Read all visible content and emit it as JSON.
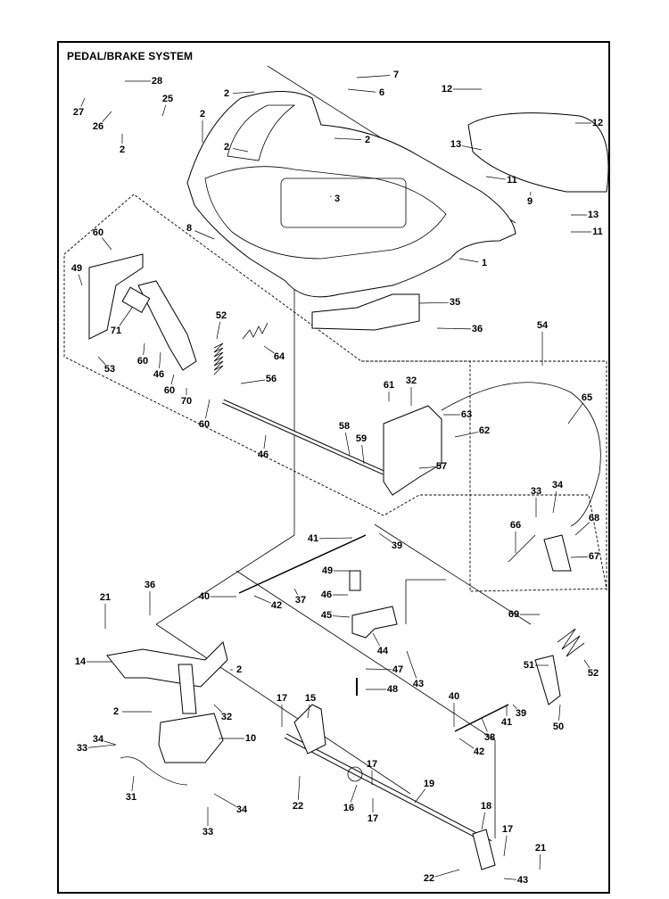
{
  "title": "PEDAL/BRAKE SYSTEM",
  "callouts": [
    "28",
    "27",
    "26",
    "25",
    "2",
    "2",
    "2",
    "7",
    "6",
    "2",
    "12",
    "12",
    "13",
    "11",
    "9",
    "13",
    "11",
    "2",
    "3",
    "8",
    "1",
    "35",
    "36",
    "60",
    "49",
    "71",
    "53",
    "52",
    "64",
    "60",
    "46",
    "60",
    "70",
    "60",
    "56",
    "46",
    "61",
    "32",
    "63",
    "62",
    "58",
    "59",
    "57",
    "54",
    "65",
    "33",
    "34",
    "66",
    "68",
    "67",
    "41",
    "39",
    "49",
    "37",
    "46",
    "45",
    "40",
    "42",
    "44",
    "43",
    "47",
    "48",
    "69",
    "51",
    "52",
    "21",
    "36",
    "14",
    "2",
    "2",
    "32",
    "10",
    "34",
    "33",
    "31",
    "34",
    "33",
    "17",
    "15",
    "22",
    "16",
    "17",
    "17",
    "19",
    "18",
    "17",
    "21",
    "22",
    "43",
    "40",
    "41",
    "39",
    "38",
    "42",
    "50"
  ]
}
